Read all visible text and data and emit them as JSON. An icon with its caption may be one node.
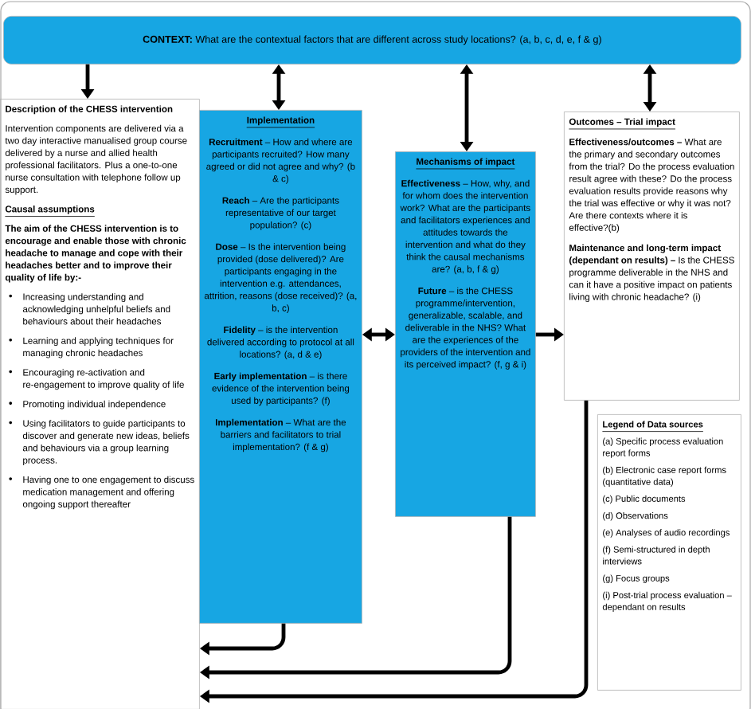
{
  "diagram": {
    "nodes": [
      {
        "text": [
          "**CONTEXT:** What are the contextual factors that are different across study locations? (a, b, c, d, e, f & g)"
        ]
      },
      {
        "text": [
          "Description of the CHESS intervention",
          "Intervention components are delivered via a two day interactive manualised group course delivered by a nurse and allied health professional facilitators. Plus a one-to-one nurse consultation with telephone follow up support.",
          "Causal assumptions",
          "The aim of the CHESS intervention is to encourage and enable those with chronic headache to manage and cope with their headaches better and to improve their quality of life by:-",
          "Increasing understanding and acknowledging unhelpful beliefs and behaviours about their headaches",
          "Learning and applying techniques for managing chronic headaches",
          "Encouraging re-activation and re-engagement to improve quality of life",
          "Promoting individual independence",
          "Using facilitators to guide participants to discover and generate new ideas, beliefs and behaviours via a group learning process.",
          "Having one to one engagement to discuss medication management and offering ongoing support thereafter"
        ]
      },
      {
        "text": [
          "Implementation",
          "**Recruitment** – How and where are participants recruited? How many agreed or did not agree and why? (b & c)",
          "**Reach** – Are the participants representative of our target population? (c)",
          "**Dose** – Is the intervention being provided (dose delivered)? Are participants engaging in the intervention e.g. attendances, attrition, reasons (dose received)? (a, b, c)",
          "**Fidelity** – is the intervention delivered according to protocol at all locations? (a, d & e)",
          "**Early implementation** – is there evidence of the intervention being used by participants? (f)",
          "**Implementation** – What are the barriers and facilitators to trial implementation? (f & g)"
        ]
      },
      {
        "text": [
          "Mechanisms of impact",
          "**Effectiveness** – How, why, and for whom does the intervention work? What are the participants and facilitators experiences and attitudes towards the intervention and what do they think the causal mechanisms are? (a, b, f & g)",
          "**Future** – is the CHESS programme/intervention, generalizable, scalable, and deliverable in the NHS? What are the experiences of the providers of the intervention and its perceived impact? (f, g & i)"
        ]
      },
      {
        "text": [
          "Outcomes – Trial impact",
          "**Effectiveness/outcomes –** What are the primary and secondary outcomes from the trial? Do the process evaluation result agree with these? Do the process evaluation results provide reasons why the trial was effective or why it was not? Are there contexts where it is effective?(b)",
          "**Maintenance and long-term impact (dependant on results) –** Is the CHESS programme deliverable in the NHS and can it have a positive impact on patients living with chronic headache? (i)"
        ]
      },
      {
        "text": [
          "Legend of Data sources",
          "(a) Specific process evaluation report forms",
          "(b) Electronic case report forms (quantitative data)",
          "(c) Public documents",
          "(d) Observations",
          "(e) Analyses of audio recordings",
          "(f) Semi-structured in depth interviews",
          "(g) Focus groups",
          "(i) Post-trial process evaluation – dependant on results"
        ]
      }
    ],
    "edges": [
      {
        "from": 0,
        "to": 1,
        "arrow": "to"
      },
      {
        "from": 0,
        "to": 2,
        "arrow": "both"
      },
      {
        "from": 0,
        "to": 3,
        "arrow": "both"
      },
      {
        "from": 0,
        "to": 4,
        "arrow": "both"
      },
      {
        "from": 2,
        "to": 3,
        "arrow": "both"
      },
      {
        "from": 3,
        "to": 4,
        "arrow": "to"
      },
      {
        "from": 2,
        "to": 1,
        "arrow": "to"
      },
      {
        "from": 3,
        "to": 1,
        "arrow": "to"
      },
      {
        "from": 4,
        "to": 1,
        "arrow": "to"
      }
    ]
  }
}
